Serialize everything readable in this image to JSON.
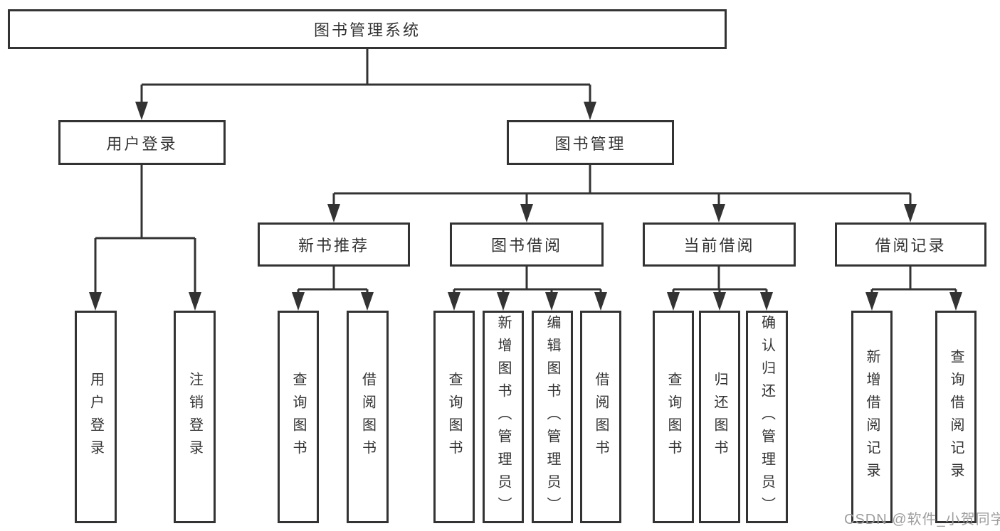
{
  "tree": {
    "label": "图书管理系统",
    "children": [
      {
        "label": "用户登录",
        "children": [
          {
            "label": "用户登录"
          },
          {
            "label": "注销登录"
          }
        ]
      },
      {
        "label": "图书管理",
        "children": [
          {
            "label": "新书推荐",
            "children": [
              {
                "label": "查询图书"
              },
              {
                "label": "借阅图书"
              }
            ]
          },
          {
            "label": "图书借阅",
            "children": [
              {
                "label": "查询图书"
              },
              {
                "label": "新增图书（管理员）"
              },
              {
                "label": "编辑图书（管理员）"
              },
              {
                "label": "借阅图书"
              }
            ]
          },
          {
            "label": "当前借阅",
            "children": [
              {
                "label": "查询图书"
              },
              {
                "label": "归还图书"
              },
              {
                "label": "确认归还（管理员）"
              }
            ]
          },
          {
            "label": "借阅记录",
            "children": [
              {
                "label": "新增借阅记录"
              },
              {
                "label": "查询借阅记录"
              }
            ]
          }
        ]
      }
    ]
  },
  "watermark": {
    "text": "CSDN @软件_小贺同学"
  },
  "colors": {
    "line": "#333333",
    "box_border": "#333333",
    "text": "#333333",
    "watermark": "#9e9e9e",
    "background": "#ffffff"
  }
}
